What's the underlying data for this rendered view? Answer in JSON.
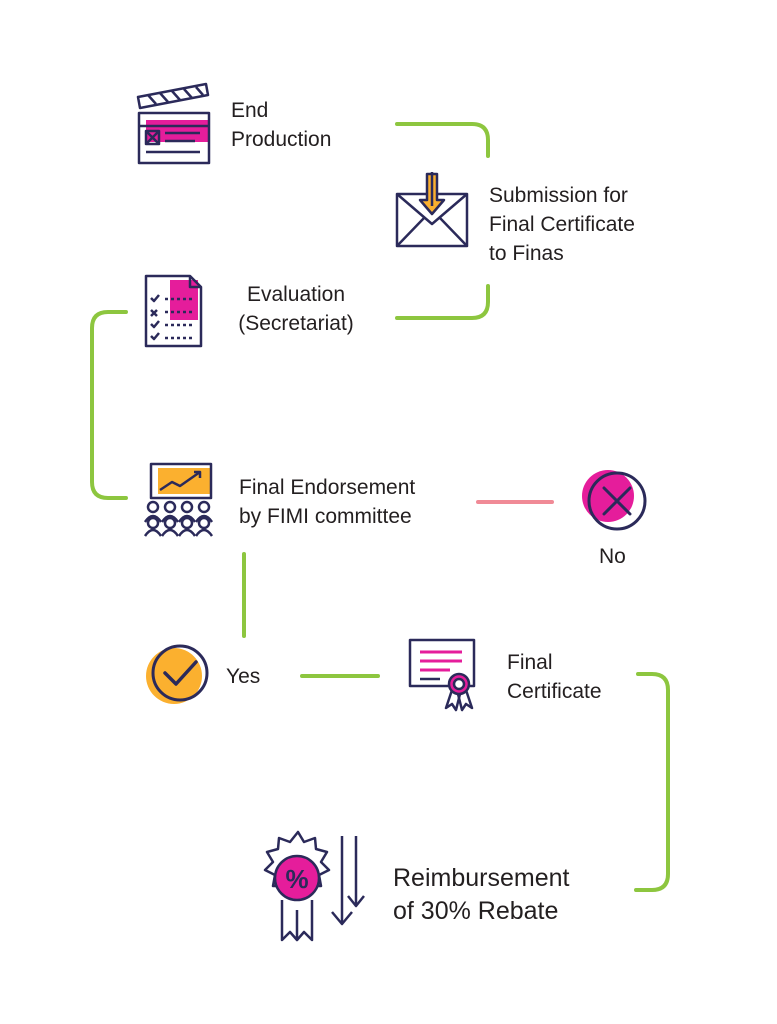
{
  "colors": {
    "connector": "#8dc63f",
    "negative_connector": "#f08a96",
    "ink": "#2b2a5a",
    "magenta": "#e51d9b",
    "yellow": "#fbb02f"
  },
  "steps": {
    "end_production": {
      "line1": "End",
      "line2": "Production",
      "icon": "clapperboard-icon"
    },
    "submission": {
      "line1": "Submission for",
      "line2": "Final Certificate",
      "line3": "to Finas",
      "icon": "envelope-download-icon"
    },
    "evaluation": {
      "line1": "Evaluation",
      "line2": "(Secretariat)",
      "icon": "checklist-document-icon"
    },
    "endorsement": {
      "line1": "Final Endorsement",
      "line2": "by FIMI committee",
      "icon": "committee-presentation-icon"
    },
    "no": {
      "label": "No",
      "icon": "x-circle-icon"
    },
    "yes": {
      "label": "Yes",
      "icon": "check-circle-icon"
    },
    "final_certificate": {
      "line1": "Final",
      "line2": "Certificate",
      "icon": "certificate-icon"
    },
    "reimbursement": {
      "line1": "Reimbursement",
      "line2": "of 30% Rebate",
      "icon": "percent-badge-icon"
    }
  }
}
